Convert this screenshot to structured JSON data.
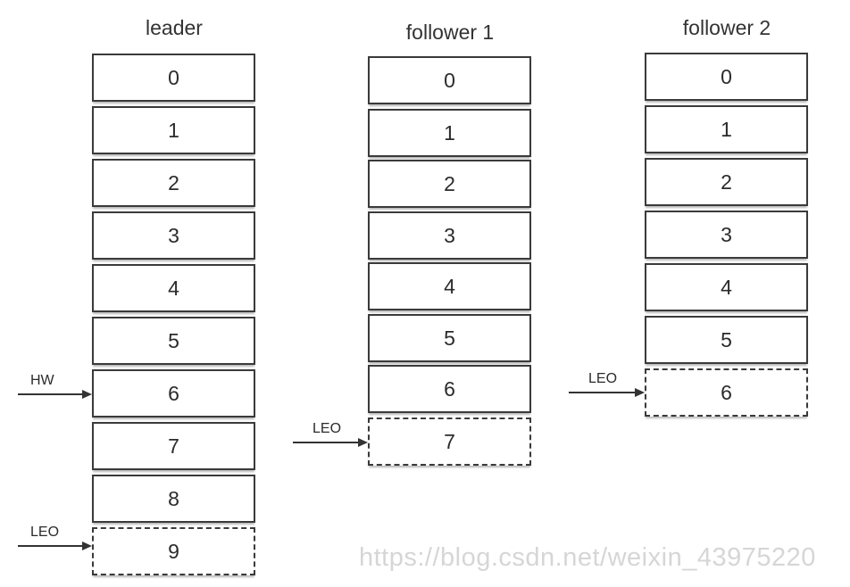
{
  "leader": {
    "title": "leader",
    "cells": [
      "0",
      "1",
      "2",
      "3",
      "4",
      "5",
      "6",
      "7",
      "8",
      "9"
    ],
    "hw_label": "HW",
    "leo_label": "LEO"
  },
  "follower1": {
    "title": "follower 1",
    "cells": [
      "0",
      "1",
      "2",
      "3",
      "4",
      "5",
      "6",
      "7"
    ],
    "leo_label": "LEO"
  },
  "follower2": {
    "title": "follower 2",
    "cells": [
      "0",
      "1",
      "2",
      "3",
      "4",
      "5",
      "6"
    ],
    "leo_label": "LEO"
  },
  "watermark": "https://blog.csdn.net/weixin_43975220"
}
